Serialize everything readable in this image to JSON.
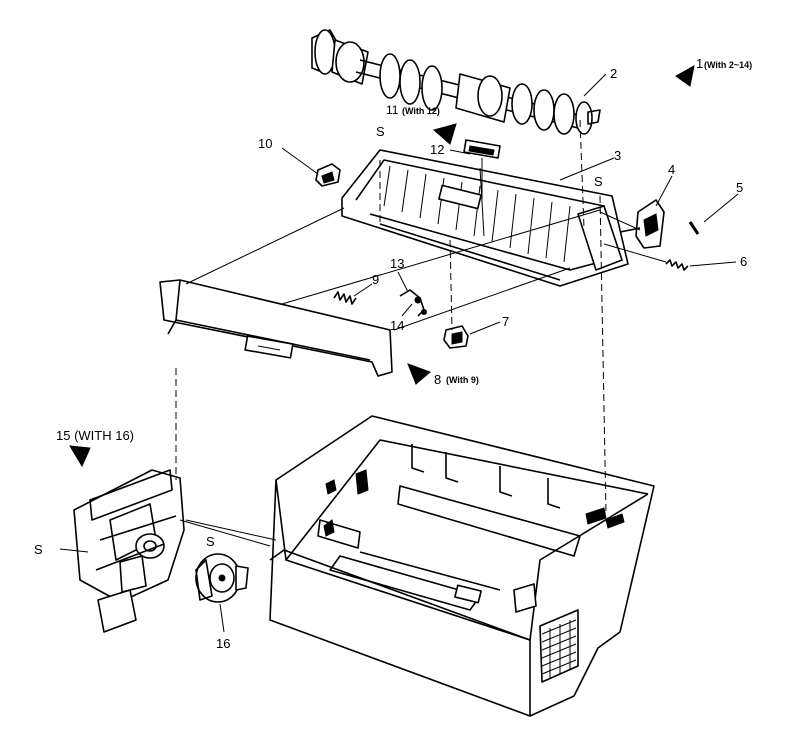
{
  "callouts": {
    "c1": "1",
    "c1_note": "(With 2~14)",
    "c2": "2",
    "c3": "3",
    "c4": "4",
    "c5": "5",
    "c6": "6",
    "c7": "7",
    "c8": "8",
    "c8_note": "(With 9)",
    "c9": "9",
    "c10": "10",
    "c11": "11",
    "c11_note": "(With 12)",
    "c12": "12",
    "c13": "13",
    "c14": "14",
    "c15": "15 (WITH 16)",
    "c16": "16",
    "s": "S"
  }
}
